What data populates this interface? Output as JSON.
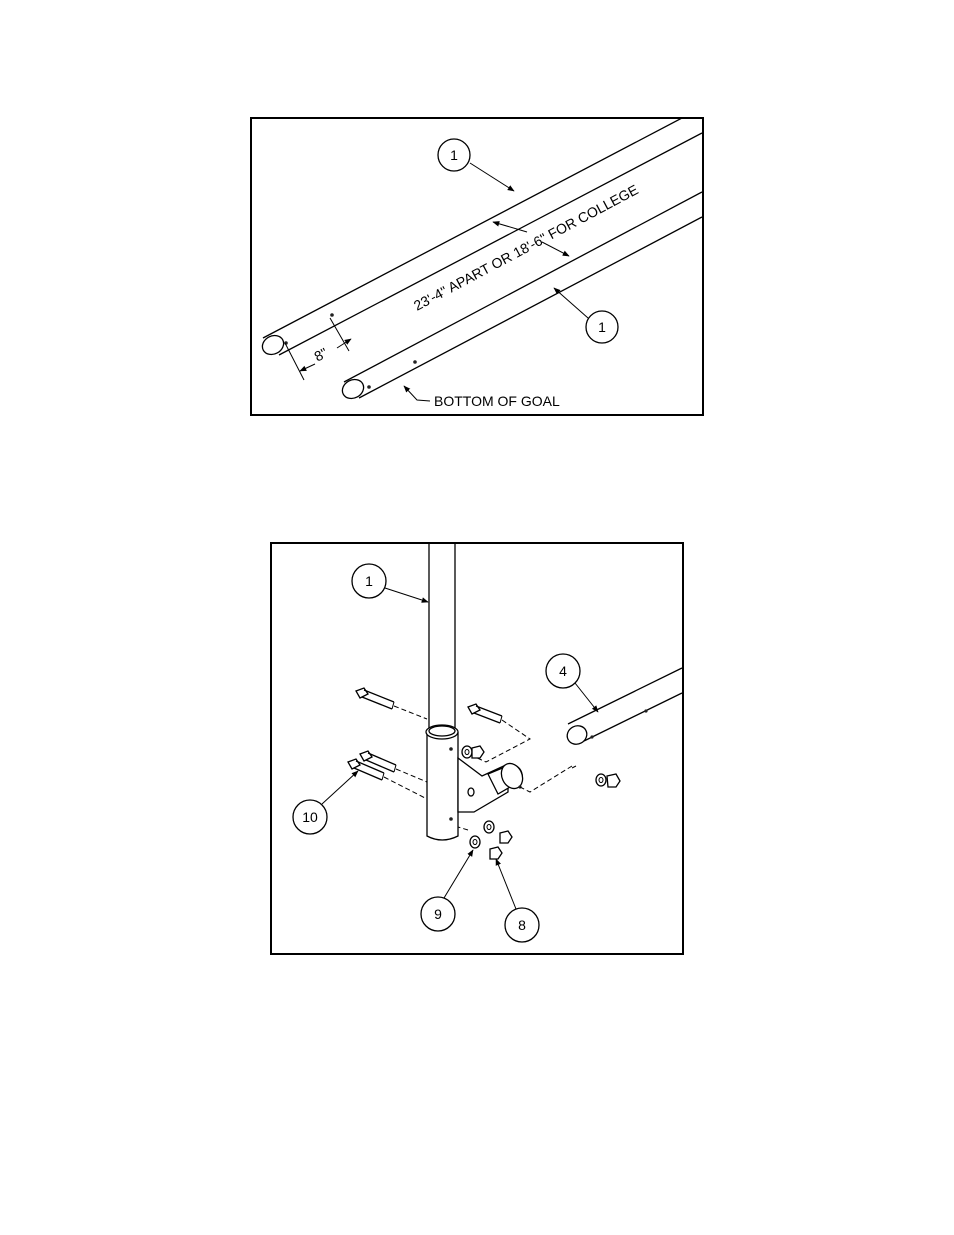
{
  "top_diagram": {
    "callouts": [
      "1",
      "1"
    ],
    "dimension_spacing": "8\"",
    "apart_note": "23'-4\" APART OR 18'-6\" FOR COLLEGE",
    "bottom_label": "BOTTOM OF GOAL"
  },
  "bottom_diagram": {
    "callouts": [
      "1",
      "4",
      "10",
      "9",
      "8"
    ]
  }
}
